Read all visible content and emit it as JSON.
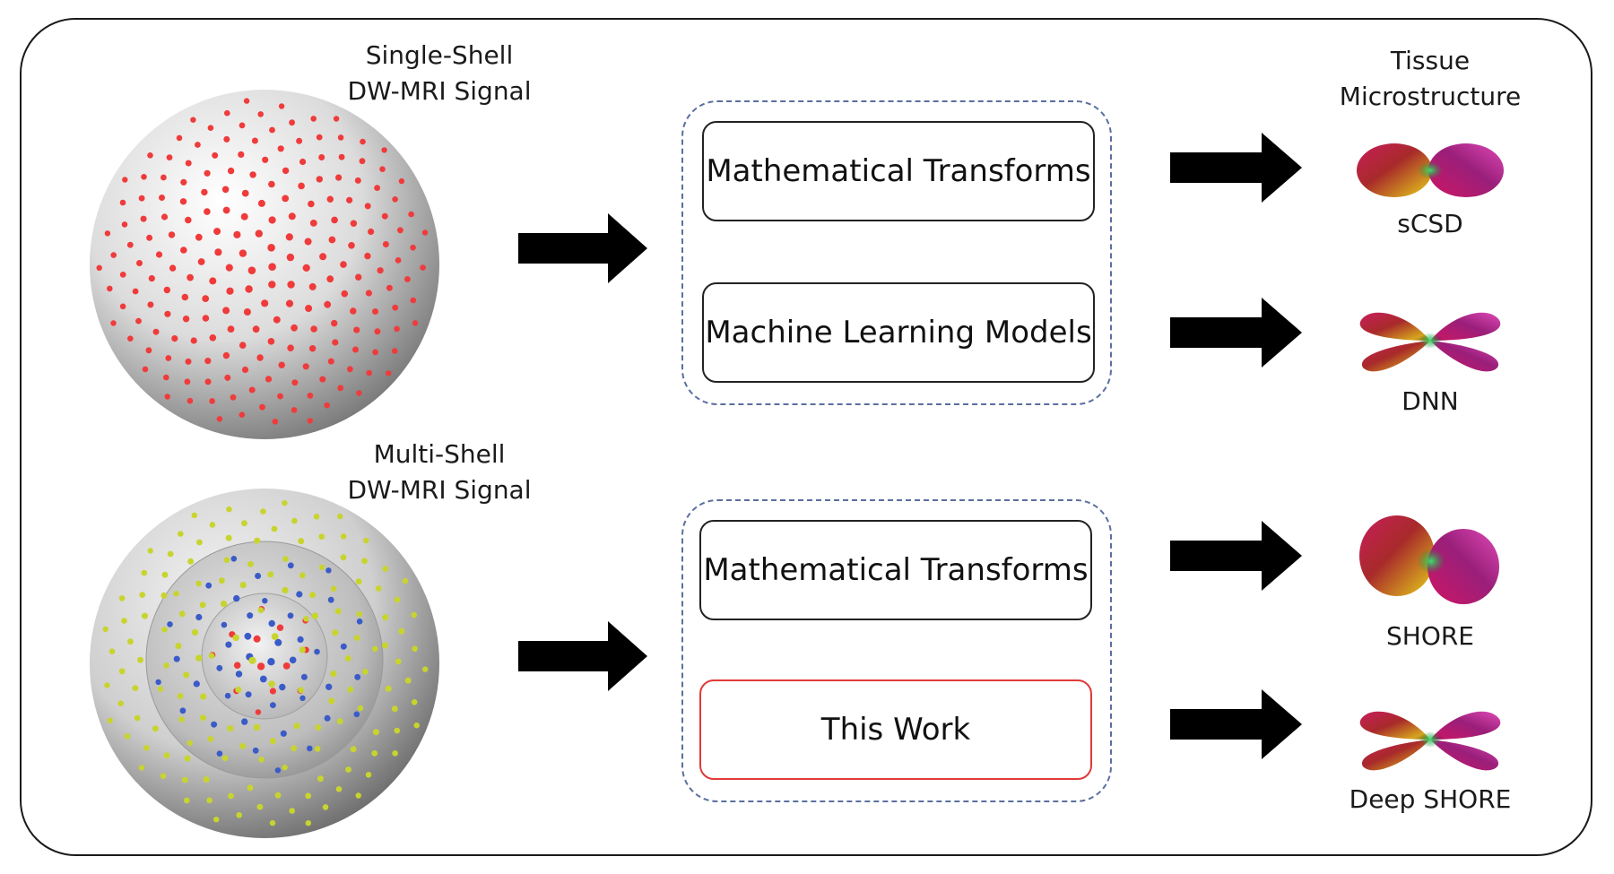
{
  "single_shell": {
    "label_line1": "Single-Shell",
    "label_line2": "DW-MRI Signal",
    "point_color": "#ef3b3b"
  },
  "multi_shell": {
    "label_line1": "Multi-Shell",
    "label_line2": "DW-MRI Signal",
    "point_colors": [
      "#c8d42e",
      "#3a5bc8",
      "#ef3b3b"
    ]
  },
  "output_header": {
    "line1": "Tissue",
    "line2": "Microstructure"
  },
  "top_group": {
    "box1": "Mathematical Transforms",
    "box2": "Machine Learning Models"
  },
  "bottom_group": {
    "box1": "Mathematical Transforms",
    "box2": "This Work",
    "box2_border_color": "#e13a3a"
  },
  "outputs": [
    "sCSD",
    "DNN",
    "SHORE",
    "Deep SHORE"
  ],
  "colors": {
    "frame": "#1a1a1a",
    "dashed_border": "#5a6fa0",
    "arrow": "#000000"
  }
}
